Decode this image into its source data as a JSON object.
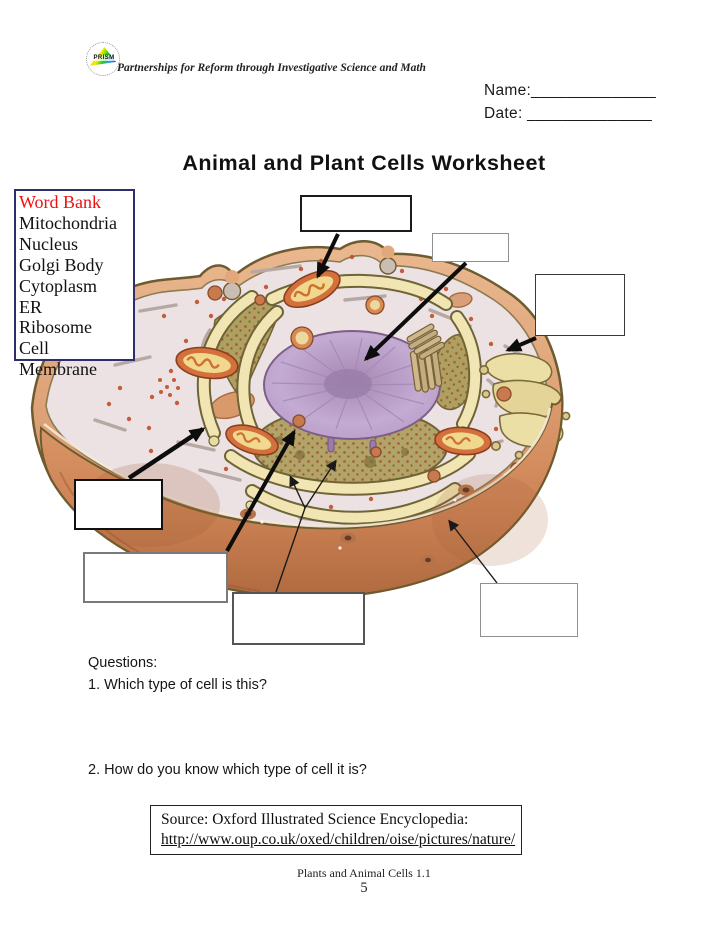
{
  "header": {
    "logo_text": "PRISM",
    "tagline": "Partnerships for Reform through Investigative Science and Math",
    "name_label": "Name:",
    "name_line": "______________",
    "date_label": "Date:",
    "date_line": "______________"
  },
  "title": "Animal and Plant Cells Worksheet",
  "word_bank": {
    "heading": "Word Bank",
    "words": [
      "Mitochondria",
      "Nucleus",
      "Golgi Body",
      "Cytoplasm",
      "ER",
      "Ribosome",
      "Cell Membrane"
    ]
  },
  "diagram": {
    "description": "Cutaway illustration of an animal cell with seven blank label boxes and arrows pointing to organelles",
    "label_boxes": [
      "",
      "",
      "",
      "",
      "",
      "",
      ""
    ]
  },
  "questions": {
    "heading": "Questions:",
    "q1": "1. Which type of cell is this?",
    "q2": "2. How do you know which type of cell it is?"
  },
  "source": {
    "line1": "Source: Oxford Illustrated Science Encyclopedia:",
    "link": "http://www.oup.co.uk/oxed/children/oise/pictures/nature/"
  },
  "footer": {
    "doc_title": "Plants and Animal Cells 1.1",
    "page_number": "5"
  },
  "colors": {
    "word_bank_border": "#2e2e6e",
    "word_bank_heading": "#ee1111",
    "membrane_outer": "#d99a6f",
    "cytoplasm": "#ece2e4",
    "nucleus": "#b99cc8",
    "er_cream": "#f1e6b3",
    "mitochondria": "#d4703c"
  }
}
